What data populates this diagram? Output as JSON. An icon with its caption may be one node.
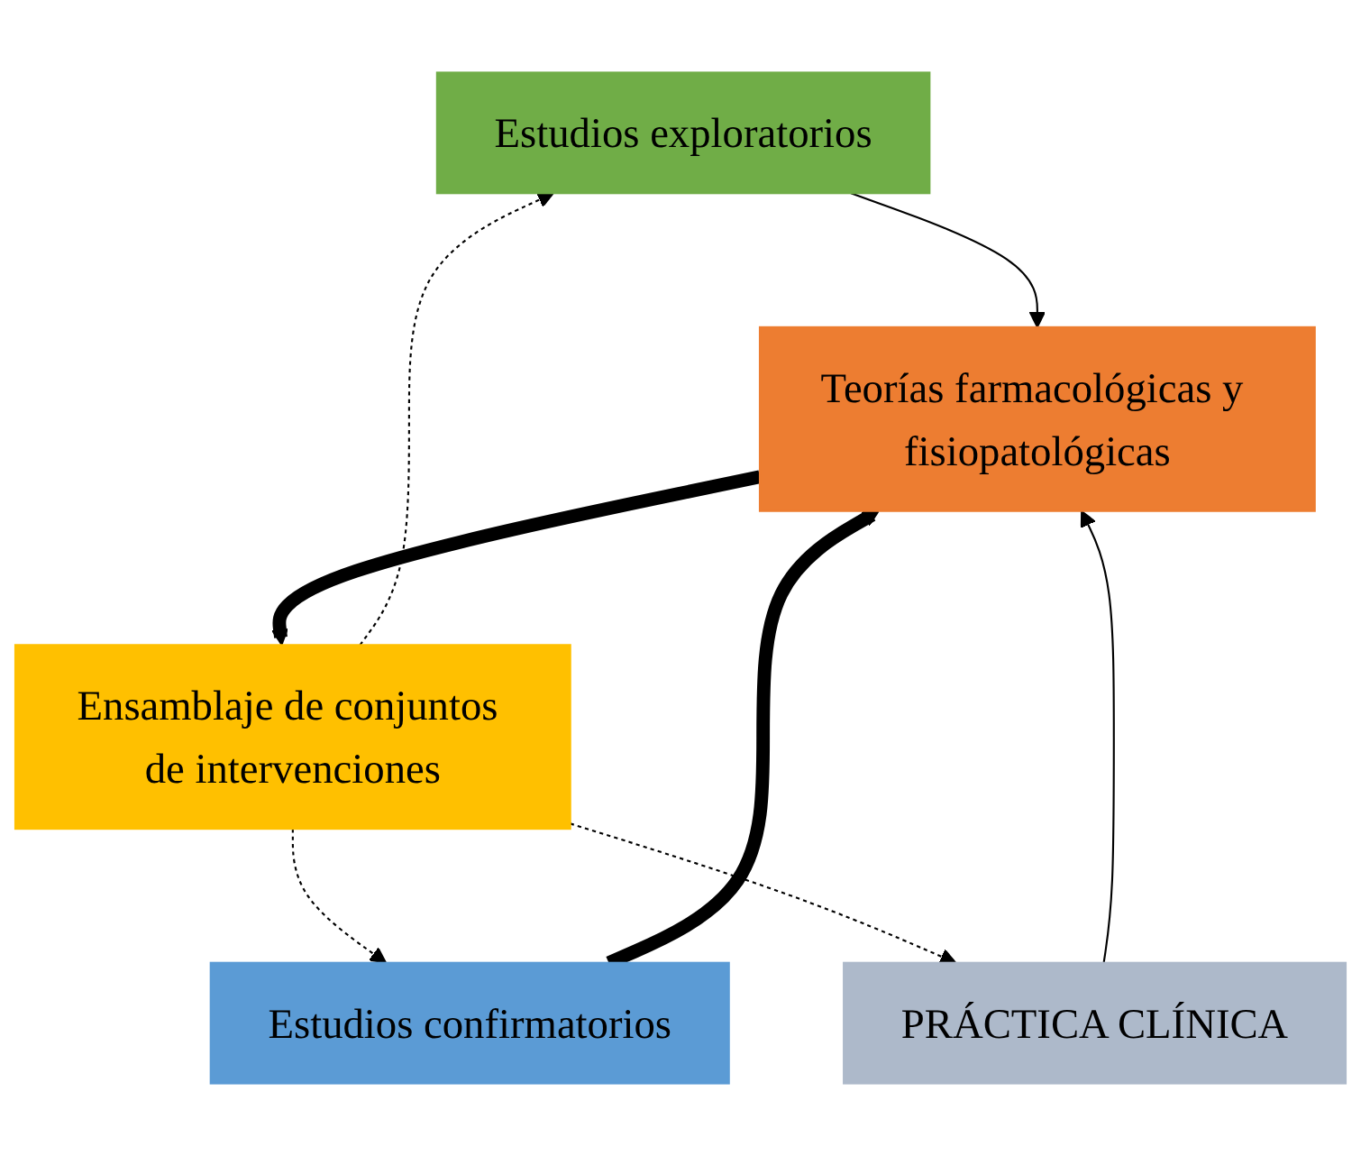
{
  "diagram": {
    "nodes": [
      {
        "text": [
          "Estudios exploratorios"
        ]
      },
      {
        "text": [
          "Estudios confirmatorios"
        ]
      },
      {
        "text": [
          "Teorías farmacológicas y fisiopatológicas"
        ]
      },
      {
        "text": [
          "Ensamblaje de conjuntos de intervenciones"
        ]
      },
      {
        "text": [
          "PRÁCTICA CLÍNICA"
        ]
      }
    ],
    "edges": [
      {
        "from": 0,
        "to": 2,
        "arrow": "to"
      },
      {
        "from": 1,
        "to": 2,
        "arrow": "to",
        "style": "thick"
      },
      {
        "from": 2,
        "to": 3,
        "arrow": "to",
        "style": "thick"
      },
      {
        "from": 3,
        "to": 0,
        "arrow": "to",
        "style": "dashed"
      },
      {
        "from": 3,
        "to": 1,
        "arrow": "to",
        "style": "dashed"
      },
      {
        "from": 3,
        "to": 4,
        "arrow": "to",
        "style": "dashed"
      },
      {
        "from": 4,
        "to": 2,
        "arrow": "to"
      }
    ]
  }
}
